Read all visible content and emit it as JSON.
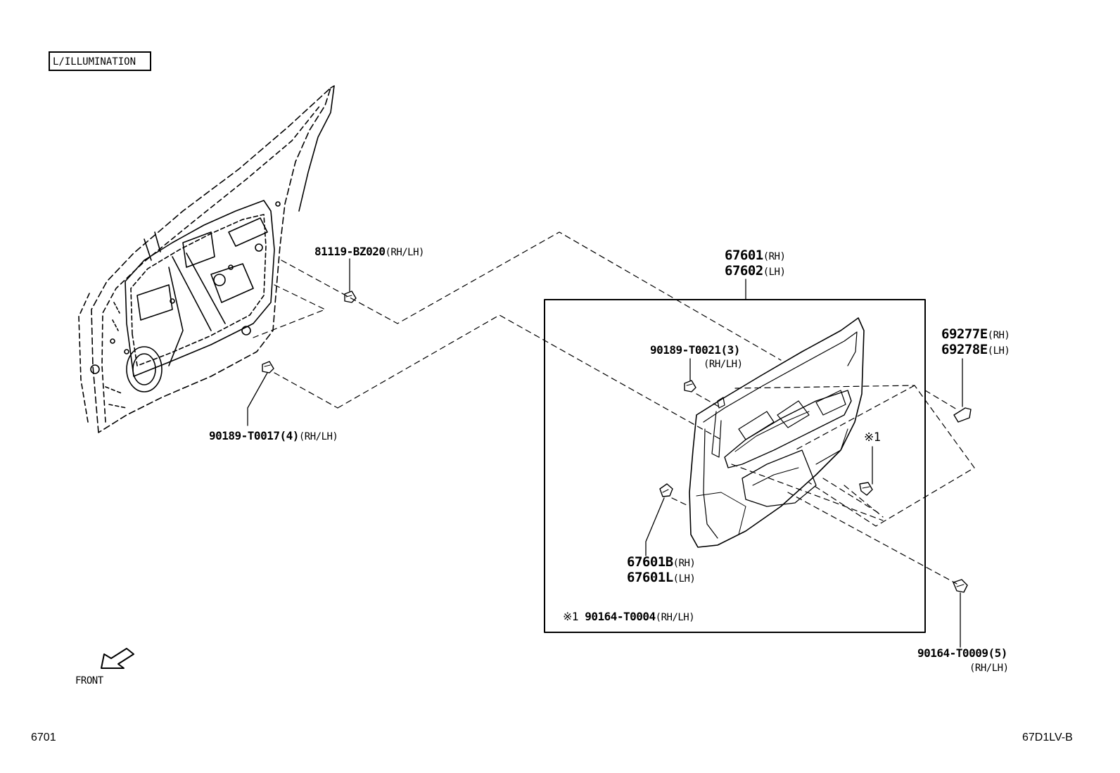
{
  "header": {
    "variant": "L/ILLUMINATION"
  },
  "parts": {
    "p81119": {
      "number": "81119-BZ020",
      "note": "(RH/LH)"
    },
    "p90189_t0017": {
      "number": "90189-T0017(4)",
      "note": "(RH/LH)"
    },
    "p67601": {
      "number": "67601",
      "note": "(RH)"
    },
    "p67602": {
      "number": "67602",
      "note": "(LH)"
    },
    "p90189_t0021": {
      "number": "90189-T0021(3)",
      "note": "(RH/LH)"
    },
    "p69277e": {
      "number": "69277E",
      "note": "(RH)"
    },
    "p69278e": {
      "number": "69278E",
      "note": "(LH)"
    },
    "ref1_marker": "※1",
    "p67601b": {
      "number": "67601B",
      "note": "(RH)"
    },
    "p67601l": {
      "number": "67601L",
      "note": "(LH)"
    },
    "p90164_t0004": {
      "prefix": "※1",
      "number": "90164-T0004",
      "note": "(RH/LH)"
    },
    "p90164_t0009": {
      "number": "90164-T0009(5)",
      "note": "(RH/LH)"
    }
  },
  "orientation": {
    "label": "FRONT"
  },
  "footer": {
    "page": "6701",
    "code": "67D1LV-B"
  }
}
